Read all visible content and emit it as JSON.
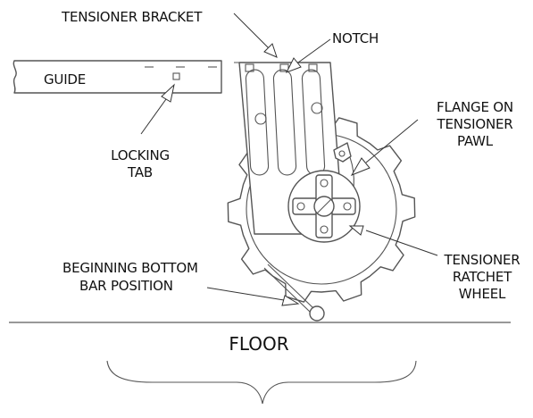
{
  "labels": {
    "tensioner_bracket": "TENSIONER BRACKET",
    "notch": "NOTCH",
    "guide": "GUIDE",
    "locking_tab_line1": "LOCKING",
    "locking_tab_line2": "TAB",
    "flange_line1": "FLANGE ON",
    "flange_line2": "TENSIONER",
    "flange_line3": "PAWL",
    "bottom_bar_line1": "BEGINNING BOTTOM",
    "bottom_bar_line2": "BAR POSITION",
    "ratchet_line1": "TENSIONER",
    "ratchet_line2": "RATCHET",
    "ratchet_line3": "WHEEL",
    "floor": "FLOOR"
  },
  "colors": {
    "line": "#555555",
    "text": "#111111",
    "background": "#ffffff"
  }
}
